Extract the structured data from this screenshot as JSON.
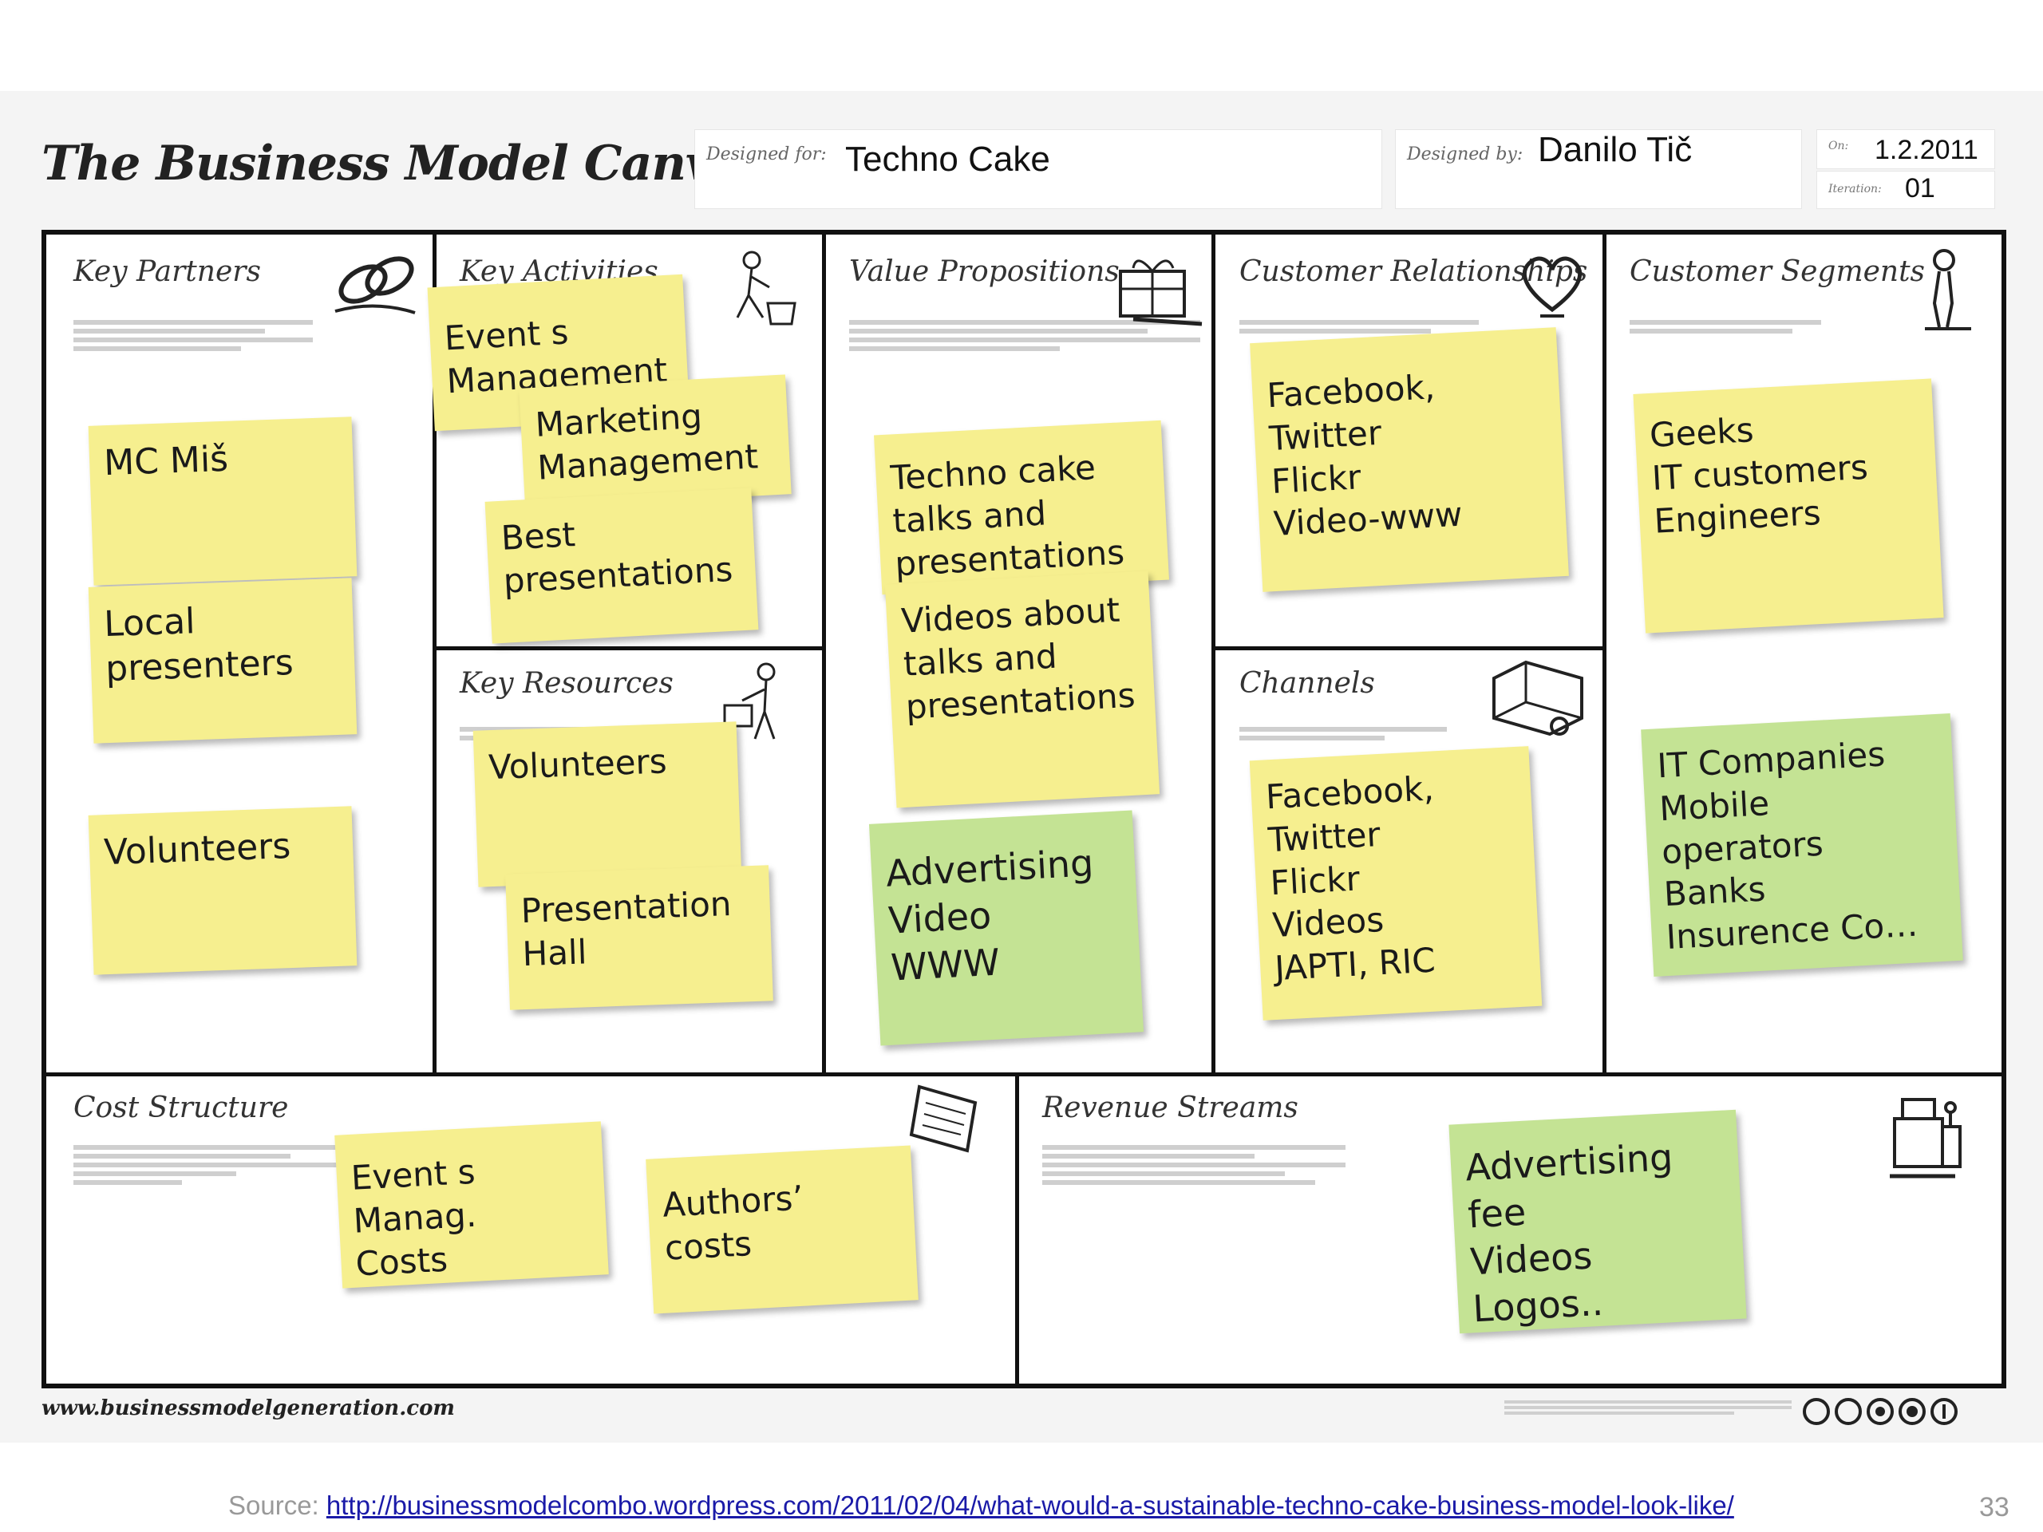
{
  "canvas_title": "The Business Model Canvas",
  "meta": {
    "designed_for_label": "Designed for:",
    "designed_for_value": "Techno Cake",
    "designed_by_label": "Designed by:",
    "designed_by_value": "Danilo Tič",
    "on_label": "On:",
    "on_value": "1.2.2011",
    "iteration_label": "Iteration:",
    "iteration_value": "01"
  },
  "sections": {
    "key_partners": "Key Partners",
    "key_activities": "Key Activities",
    "key_resources": "Key Resources",
    "value_propositions": "Value Propositions",
    "customer_relationships": "Customer Relationships",
    "channels": "Channels",
    "customer_segments": "Customer Segments",
    "cost_structure": "Cost Structure",
    "revenue_streams": "Revenue Streams"
  },
  "notes": {
    "kp_mc": "MC Miš",
    "kp_local": "Local\npresenters",
    "kp_volunteers": "Volunteers",
    "ka_event": "Event s\nManagement",
    "ka_marketing": "Marketing\nManagement",
    "ka_best": "Best\npresentations",
    "kr_volunteers": "Volunteers",
    "kr_hall": "Presentation\nHall",
    "vp_talks": "Techno cake\ntalks and\npresentations",
    "vp_videos": "Videos about\ntalks and\npresentations",
    "vp_ads": "Advertising\nVideo\nWWW",
    "cr_social": "Facebook,\nTwitter\nFlickr\nVideo-www",
    "ch_social": "Facebook,\nTwitter\nFlickr\nVideos\nJAPTI, RIC",
    "cs_geeks": "Geeks\nIT customers\nEngineers",
    "cs_companies": "IT Companies\nMobile\noperators\nBanks\nInsurence Co…",
    "cost_event": "Event s Manag.\nCosts",
    "cost_authors": "Authors’ costs",
    "rev_ads": "Advertising fee\nVideos\nLogos.."
  },
  "footer": {
    "site": "www.businessmodelgeneration.com",
    "source_label": "Source:",
    "source_url": "http://businessmodelcombo.wordpress.com/2011/02/04/what-would-a-sustainable-techno-cake-business-model-look-like/",
    "page_number": "33"
  },
  "colors": {
    "yellow_note": "#f6ef8f",
    "green_note": "#c4e394",
    "link": "#1a1aa8"
  },
  "icons": {
    "key_partners": "chain-link-icon",
    "key_activities": "worker-icon",
    "key_resources": "worker-icon",
    "value_propositions": "gift-icon",
    "customer_relationships": "heart-icon",
    "channels": "truck-icon",
    "customer_segments": "person-icon",
    "cost_structure": "price-tag-icon",
    "revenue_streams": "cash-register-icon"
  }
}
